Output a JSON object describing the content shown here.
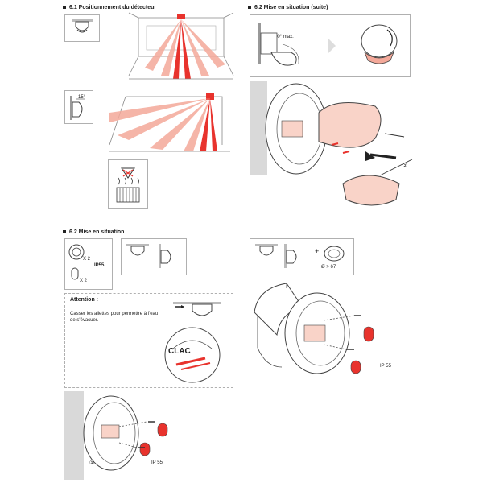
{
  "sections": {
    "s61_title": "6.1  Positionnement du détecteur",
    "s62_title": "6.2  Mise en situation",
    "s62b_title": "6.2  Mise en situation (suite)"
  },
  "labels": {
    "angle_15": "15°",
    "angle_90": "90° max.",
    "qty_x2_a": "X 2",
    "qty_x2_b": "X 2",
    "ip55_a": "IP55",
    "ip55_b": "IP 55",
    "ip55_c": "IP 55",
    "diameter": "Ø > 67",
    "plus": "+",
    "step1": "①",
    "step2": "②"
  },
  "attention": {
    "title": "Attention :",
    "text": "Casser les ailettes pour permettre à l'eau de s'évacuer.",
    "clac": "CLAC"
  },
  "colors": {
    "red": "#e8332d",
    "pink": "#f4a99a",
    "light_pink": "#f9d3c8",
    "gray_band": "#d9d9d9"
  }
}
